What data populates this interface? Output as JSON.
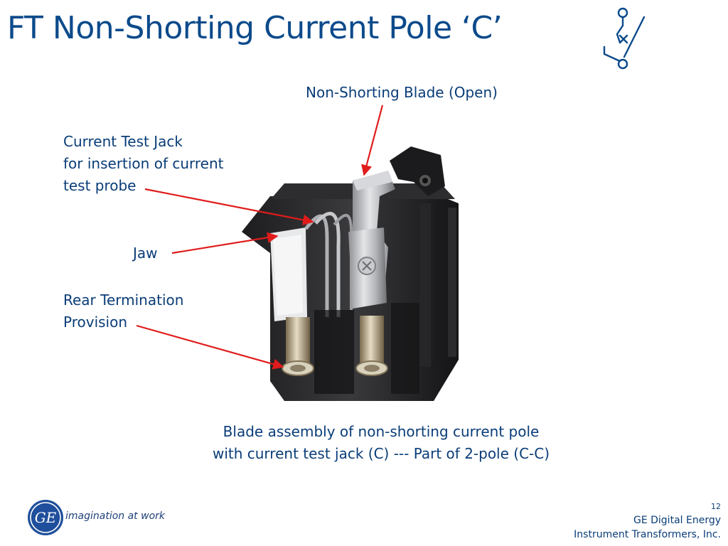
{
  "slide": {
    "title": "FT Non-Shorting Current Pole ‘C’",
    "labels": {
      "blade": "Non-Shorting Blade (Open)",
      "jack_line1": "Current Test Jack",
      "jack_line2": "for insertion of current",
      "jack_line3": "test probe",
      "jaw": "Jaw",
      "rear_line1": "Rear Termination",
      "rear_line2": "Provision"
    },
    "caption": {
      "line1": "Blade assembly of non-shorting current pole",
      "line2": "with current test jack (C) --- Part of 2-pole (C-C)"
    },
    "icons": {
      "pole_symbol": "switch-pole-symbol-icon",
      "logo": "ge-monogram-logo"
    },
    "colors": {
      "title": "#0b4a8b",
      "text": "#0a3d78",
      "arrow": "#e11b1b"
    }
  },
  "footer": {
    "logo_text": "GE",
    "tagline": "imagination at work",
    "page_number": "12",
    "line1": "GE Digital Energy",
    "line2": "Instrument Transformers, Inc."
  }
}
